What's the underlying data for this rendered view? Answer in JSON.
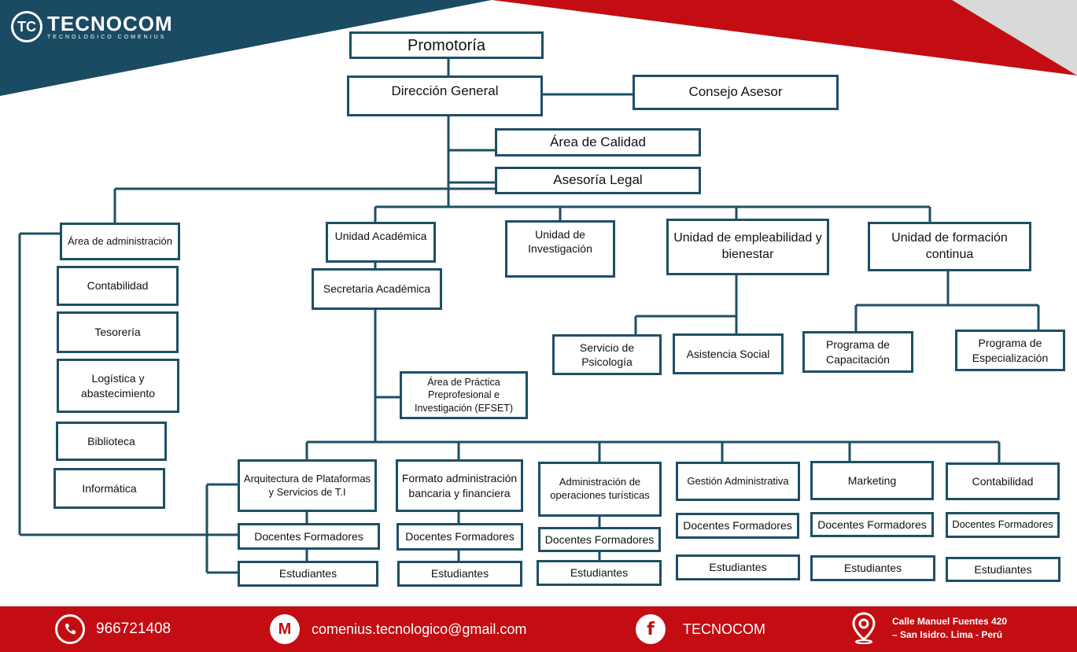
{
  "brand": {
    "name": "TECNOCOM",
    "tagline": "TECNOLOGICO COMENIUS",
    "colors": {
      "navy": "#1b4a63",
      "red": "#c30d12",
      "gray": "#d9d9d9",
      "line": "#1e4f66"
    }
  },
  "org": {
    "promotoria": "Promotoría",
    "direccion": "Dirección General",
    "consejo": "Consejo Asesor",
    "calidad": "Área de Calidad",
    "legal": "Asesoría Legal",
    "admin": "Área de administración",
    "contabilidad": "Contabilidad",
    "tesoreria": "Tesorería",
    "logistica": "Logística y abastecimiento",
    "biblioteca": "Biblioteca",
    "informatica": "Informática",
    "academica": "Unidad Académica",
    "secretaria": "Secretaria Académica",
    "practica": "Área de Práctica Preprofesional e Investigación (EFSET)",
    "investigacion": "Unidad de Investigación",
    "empleabilidad": "Unidad de empleabilidad y bienestar",
    "psicologia": "Servicio de Psicología",
    "asistencia": "Asistencia Social",
    "formacion": "Unidad de formación continua",
    "capacitacion": "Programa de Capacitación",
    "especializacion": "Programa de Especialización",
    "programs": [
      {
        "name": "Arquitectura de Plataformas y Servicios de T.I",
        "docentes": "Docentes Formadores",
        "estudiantes": "Estudiantes"
      },
      {
        "name": "Formato administración bancaria y financiera",
        "docentes": "Docentes Formadores",
        "estudiantes": "Estudiantes"
      },
      {
        "name": "Administración de operaciones turísticas",
        "docentes": "Docentes Formadores",
        "estudiantes": "Estudiantes"
      },
      {
        "name": "Gestión Administrativa",
        "docentes": "Docentes Formadores",
        "estudiantes": "Estudiantes"
      },
      {
        "name": "Marketing",
        "docentes": "Docentes Formadores",
        "estudiantes": "Estudiantes"
      },
      {
        "name": "Contabilidad",
        "docentes": "Docentes Formadores",
        "estudiantes": "Estudiantes"
      }
    ]
  },
  "footer": {
    "phone": "966721408",
    "email": "comenius.tecnologico@gmail.com",
    "facebook": "TECNOCOM",
    "address_line1": "Calle Manuel Fuentes 420",
    "address_line2": "– San Isidro. Lima - Perú",
    "icons": [
      "whatsapp-icon",
      "gmail-icon",
      "facebook-icon",
      "location-pin-icon"
    ]
  }
}
